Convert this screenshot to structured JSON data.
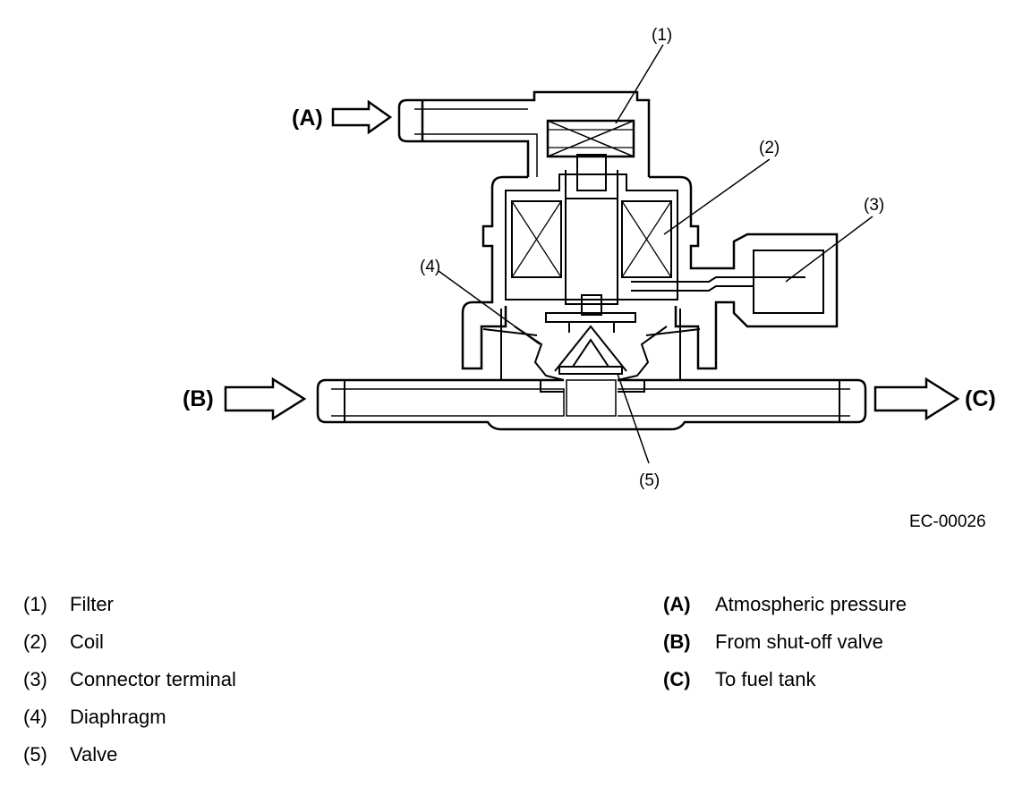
{
  "diagram": {
    "callouts": [
      "(1)",
      "(2)",
      "(3)",
      "(4)",
      "(5)"
    ],
    "flow_labels": {
      "a": "(A)",
      "b": "(B)",
      "c": "(C)"
    },
    "figure_code": "EC-00026"
  },
  "legend_parts": [
    {
      "key": "(1)",
      "text": "Filter"
    },
    {
      "key": "(2)",
      "text": "Coil"
    },
    {
      "key": "(3)",
      "text": "Connector terminal"
    },
    {
      "key": "(4)",
      "text": "Diaphragm"
    },
    {
      "key": "(5)",
      "text": "Valve"
    }
  ],
  "legend_flows": [
    {
      "key": "(A)",
      "text": "Atmospheric pressure"
    },
    {
      "key": "(B)",
      "text": "From shut-off valve"
    },
    {
      "key": "(C)",
      "text": "To fuel tank"
    }
  ]
}
